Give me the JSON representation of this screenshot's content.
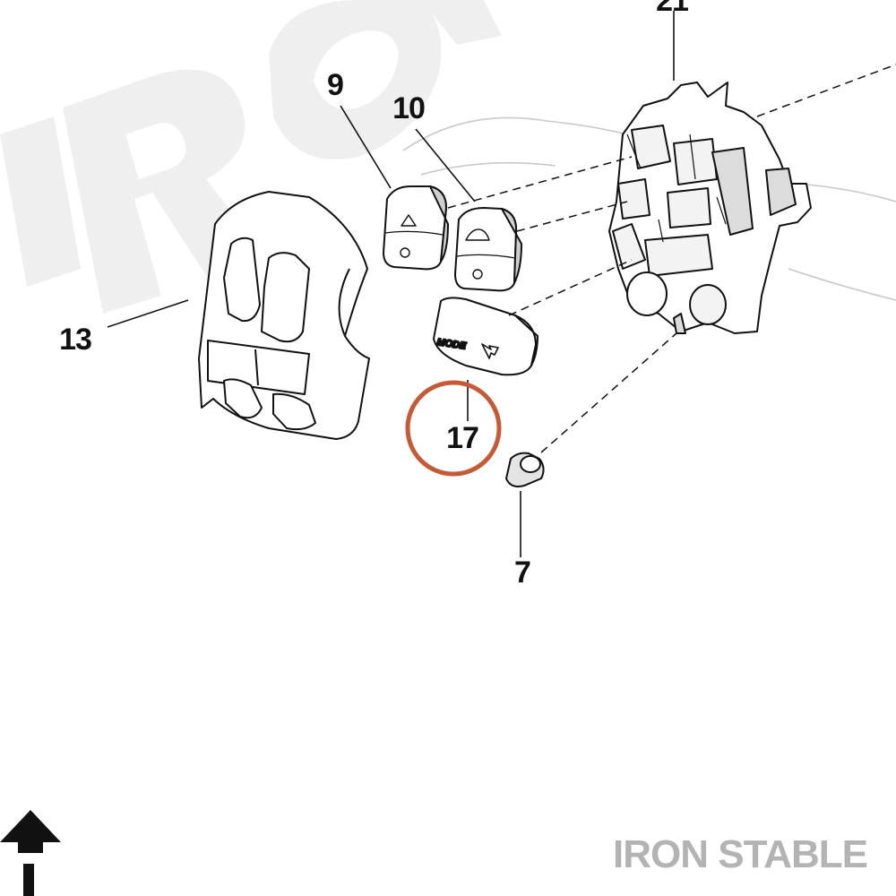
{
  "brand": {
    "watermark": "IRON STABLE",
    "background_letters": "IRON"
  },
  "button_text": {
    "mode": "MODE"
  },
  "callouts": [
    {
      "id": "9",
      "label": "9"
    },
    {
      "id": "10",
      "label": "10"
    },
    {
      "id": "13",
      "label": "13"
    },
    {
      "id": "17",
      "label": "17"
    },
    {
      "id": "7",
      "label": "7"
    },
    {
      "id": "21",
      "label": "21"
    }
  ],
  "highlight": {
    "target": "17",
    "color": "#c65a36"
  },
  "colors": {
    "line": "#111111",
    "faint_line": "#bdbdbd",
    "watermark": "#b3b3b3",
    "background_letters": "#eeeeee"
  }
}
